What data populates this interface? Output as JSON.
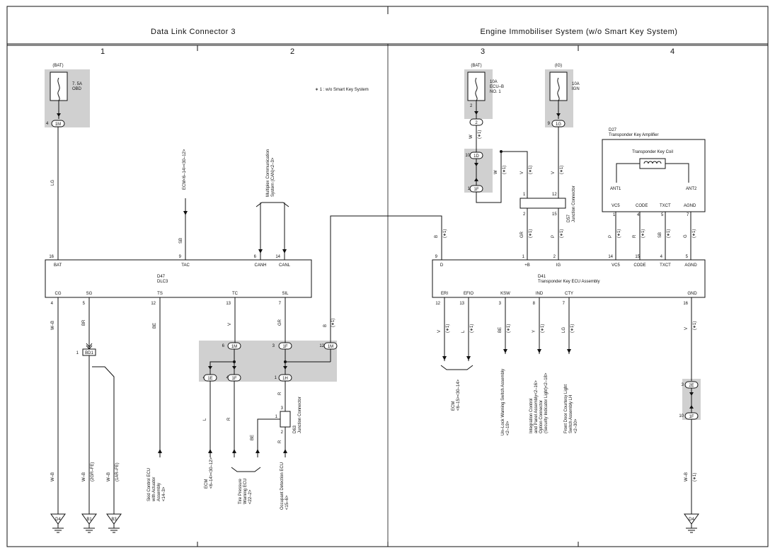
{
  "header": {
    "left_title": "Data Link Connector 3",
    "right_title": "Engine Immobiliser System (w/o Smart Key System)"
  },
  "columns": [
    "1",
    "2",
    "3",
    "4"
  ],
  "note": "∗ 1 : w/o Smart Key System",
  "fuses": [
    {
      "source": "(BAT)",
      "rating": "7. 5A",
      "name": "OBD",
      "pin": "4",
      "conn": "1M"
    },
    {
      "source": "(BAT)",
      "rating": "10A",
      "name": "ECU–B",
      "name2": "NO. 1",
      "pin": "2",
      "conn": "2"
    },
    {
      "source": "(IG)",
      "rating": "10A",
      "name": "IGN",
      "pin": "9",
      "conn": "1G"
    }
  ],
  "dlc3": {
    "id": "D47",
    "name": "DLC3",
    "top_pins": [
      {
        "label": "BAT",
        "num": "16"
      },
      {
        "label": "TAC",
        "num": "9"
      },
      {
        "label": "CANH",
        "num": "6"
      },
      {
        "label": "CANL",
        "num": "14"
      }
    ],
    "bottom_pins": [
      {
        "label": "CG",
        "num": "4"
      },
      {
        "label": "SG",
        "num": "5"
      },
      {
        "label": "TS",
        "num": "12"
      },
      {
        "label": "TC",
        "num": "13"
      },
      {
        "label": "SIL",
        "num": "7"
      }
    ]
  },
  "ecu": {
    "id": "D41",
    "name": "Transponder Key ECU Assembly",
    "top_pins": [
      {
        "label": "D",
        "num": "9"
      },
      {
        "label": "+B",
        "num": "1"
      },
      {
        "label": "IG",
        "num": "2"
      },
      {
        "label": "VC5",
        "num": "14"
      },
      {
        "label": "CODE",
        "num": "15"
      },
      {
        "label": "TXCT",
        "num": "4"
      },
      {
        "label": "AGND",
        "num": "5"
      }
    ],
    "bottom_pins": [
      {
        "label": "ERI",
        "num": "12"
      },
      {
        "label": "EFIO",
        "num": "13"
      },
      {
        "label": "KSW",
        "num": "3"
      },
      {
        "label": "IND",
        "num": "8"
      },
      {
        "label": "CTY",
        "num": "7"
      },
      {
        "label": "GND",
        "num": "16"
      }
    ]
  },
  "amplifier": {
    "id": "D27",
    "name": "Transponder Key Amplifier",
    "coil": "Transponder Key Coil",
    "pins": [
      {
        "label": "ANT1"
      },
      {
        "label": "ANT2"
      },
      {
        "label": "VC5",
        "num": "1"
      },
      {
        "label": "CODE",
        "num": "4"
      },
      {
        "label": "TXCT",
        "num": "5"
      },
      {
        "label": "AGND",
        "num": "7"
      }
    ]
  },
  "junctions": {
    "d57": {
      "id": "D57",
      "name": "Junction Connector",
      "pins": [
        "1",
        "12",
        "2",
        "15"
      ]
    },
    "d63": {
      "id": "D63",
      "name": "Junction Connector",
      "pins": [
        "1",
        "3",
        "2"
      ]
    }
  },
  "wire_colors": {
    "lg": "LG",
    "sb": "SB",
    "w": "W",
    "v": "V",
    "b": "B",
    "gr": "GR",
    "p": "P",
    "r": "R",
    "g": "G",
    "wb": "W–B",
    "br": "BR",
    "be": "BE",
    "l": "L",
    "y": "Y"
  },
  "star": "(∗1)",
  "connectors": {
    "1m": "1M",
    "1d": "1D",
    "1f": "1F",
    "1e": "1E",
    "1h": "1H",
    "1g": "1G",
    "2e": "2E",
    "2": "2",
    "bd1": "BD1",
    "p6": "6",
    "p3": "3",
    "p12": "12",
    "p4": "4",
    "p1": "1",
    "p10": "10"
  },
  "refs": {
    "ecm_tac": "ECM<6–14><30–12>",
    "multiplex": "Multiplex Communication",
    "multiplex2": "System (CAN)<2–3>",
    "skid": [
      "Skid Control ECU",
      "with Actuator",
      "Assembly",
      "<14–3>"
    ],
    "ecm_l": [
      "ECM",
      "<6–14><30–12>"
    ],
    "tire": [
      "Tire Pressure",
      "Warning ECU",
      "<22–2>"
    ],
    "occupant": [
      "Occupant Detection ECU",
      "<15–6>"
    ],
    "ecm_eri": [
      "ECM",
      "<6–15><30–14>"
    ],
    "unlock": [
      "Un–Lock Warning Switch Assembly",
      "<2–19>"
    ],
    "integration": [
      "Integration Control",
      "and Panel Assembly<2–16>",
      "Option Connector",
      "(Security Indicator Light)<2–18>"
    ],
    "door": [
      "Front Door Courtesy Light",
      "Switch Assembly LH",
      "<2–30>"
    ]
  },
  "grounds": {
    "d4": "D4",
    "b1": "B1",
    "b3": "B3",
    "gr_fe": "(2GR–FE)",
    "ar_fe": "(1AR–FE)"
  }
}
